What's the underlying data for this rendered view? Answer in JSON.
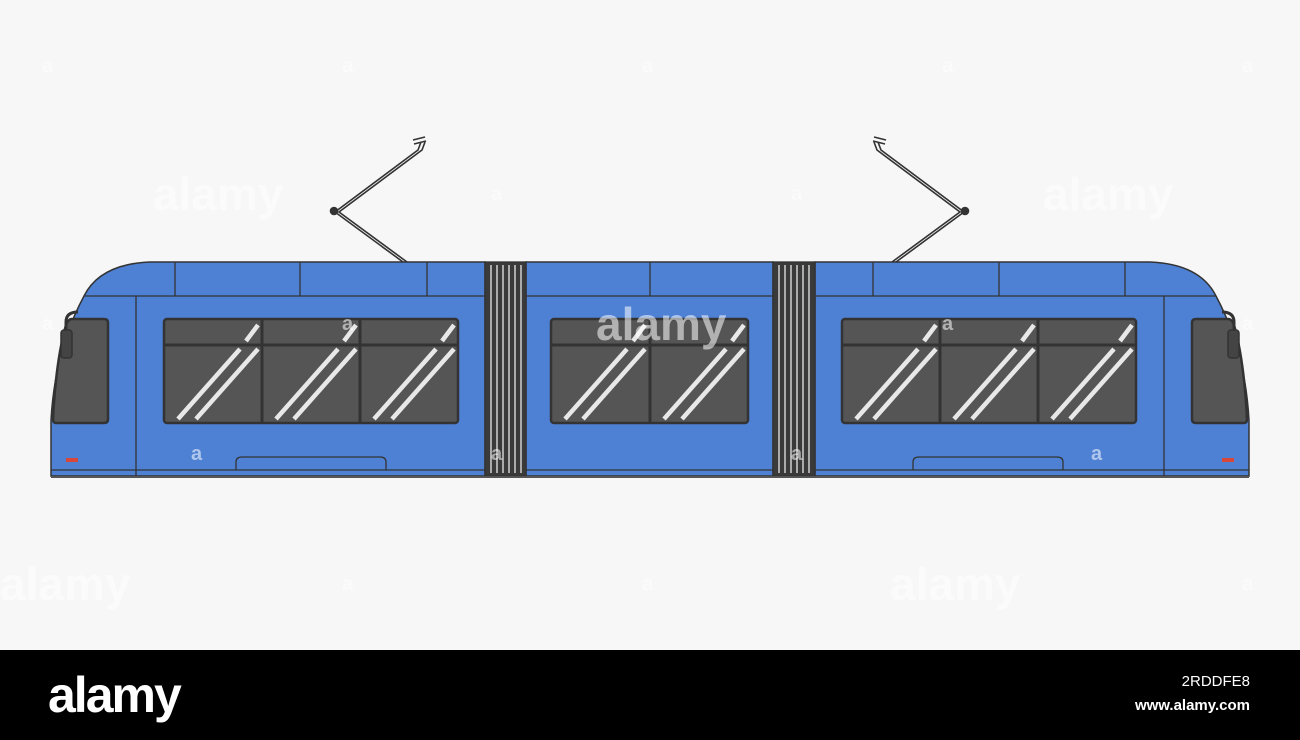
{
  "colors": {
    "background": "#f7f7f7",
    "body": "#4e81d4",
    "outline": "#333333",
    "glass": "#555555",
    "glare": "#e8e8e8",
    "bellows": "#3a3a3a",
    "marker_light": "#d9463a",
    "footer": "#000000"
  },
  "watermark": {
    "brand": "alamy",
    "small_mark": "a"
  },
  "footer": {
    "brand": "alamy",
    "image_id": "2RDDFE8",
    "url": "www.alamy.com"
  },
  "icons": [
    "tram-illustration",
    "pantograph",
    "rear-view-mirror"
  ]
}
